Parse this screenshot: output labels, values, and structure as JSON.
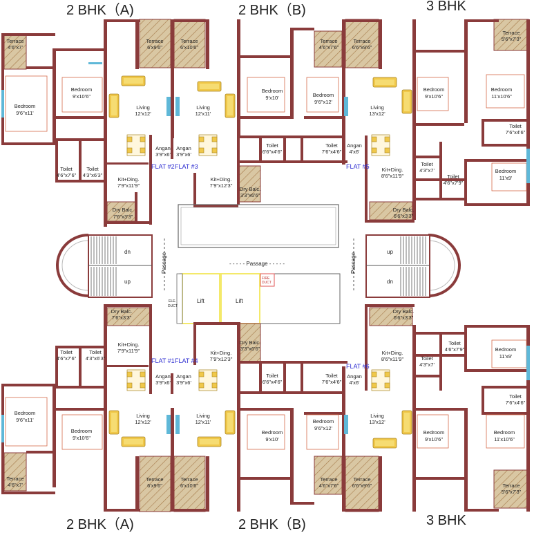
{
  "headings": {
    "top": [
      "2 BHK（A)",
      "2 BHK（B)",
      "3 BHK"
    ],
    "bottom": [
      "2 BHK（A)",
      "2 BHK（B)",
      "3 BHK"
    ]
  },
  "flats": {
    "f2": "FLAT #2",
    "f3": "FLAT #3",
    "f5": "FLAT #5",
    "f1": "FLAT #1",
    "f4": "FLAT #4",
    "f6": "FLAT #6"
  },
  "common": {
    "passage": "Passage",
    "passage_h": "- - - - - Passage - - - - -",
    "lift": "Lift",
    "ele_duct": "ELE.",
    "ele_duct2": "DUCT",
    "fire_duct": "FIRE",
    "fire_duct2": "DUCT",
    "dn": "dn",
    "up": "up"
  },
  "rooms": {
    "t_a_terrace": [
      "Terrace",
      "4'6\"x7'"
    ],
    "t_a_bed1": [
      "Bedroom",
      "9'6\"x11'"
    ],
    "t_a_bed2": [
      "Bedroom",
      "9'x10'6\""
    ],
    "t_a_toilet1": [
      "Toilet",
      "4'6\"x7'6\""
    ],
    "t_a_toilet2": [
      "Toilet",
      "4'3\"x6'3\""
    ],
    "t_a_terrace2": [
      "Terrace",
      "6'x9'6\""
    ],
    "t_a_living": [
      "Living",
      "12'x12'"
    ],
    "t_a_angan": [
      "Angan",
      "3'9\"x6'"
    ],
    "t_a_kit": [
      "Kit+Ding.",
      "7'9\"x11'9\""
    ],
    "t_a_drybalc": [
      "Dry Balc.",
      "7'6\"x3'3\""
    ],
    "t_b_terrace": [
      "Terrace",
      "6'x10'6\""
    ],
    "t_b_living": [
      "Living",
      "12'x11'"
    ],
    "t_b_angan": [
      "Angan",
      "3'9\"x6'"
    ],
    "t_b_kit": [
      "Kit+Ding.",
      "7'9\"x12'3\""
    ],
    "t_b_drybalc": [
      "Dry Balc.",
      "3'3\"x6'6\""
    ],
    "t_b_bed1": [
      "Bedroom",
      "9'x10'"
    ],
    "t_b_bed2": [
      "Bedroom",
      "9'6\"x12'"
    ],
    "t_b_toilet1": [
      "Toilet",
      "6'6\"x4'6\""
    ],
    "t_b_toilet2": [
      "Toilet",
      "7'6\"x4'6\""
    ],
    "t_b_terrace2": [
      "Terrace",
      "4'6\"x7'6\""
    ],
    "t_c_terrace": [
      "Terrace",
      "6'6\"x9'6\""
    ],
    "t_c_living": [
      "Living",
      "13'x12'"
    ],
    "t_c_angan": [
      "Angan",
      "4'x6'"
    ],
    "t_c_kit": [
      "Kit+Ding.",
      "8'6\"x11'9\""
    ],
    "t_c_drybalc": [
      "Dry Balc.",
      "6'6\"x3'3\""
    ],
    "t_c_bed1": [
      "Bedroom",
      "9'x10'6\""
    ],
    "t_c_bed2": [
      "Bedroom",
      "11'x10'6\""
    ],
    "t_c_bed3": [
      "Bedroom",
      "11'x9'"
    ],
    "t_c_terrace2": [
      "Terrace",
      "5'6\"x7'3\""
    ],
    "t_c_toilet1": [
      "Toilet",
      "7'6\"x4'6\""
    ],
    "t_c_toilet2": [
      "Toilet",
      "4'3\"x7'"
    ],
    "t_c_toilet3": [
      "Toilet",
      "4'6\"x7'9\""
    ],
    "b_a_terrace": [
      "Terrace",
      "4'6\"x7'"
    ],
    "b_a_bed1": [
      "Bedroom",
      "9'6\"x11'"
    ],
    "b_a_bed2": [
      "Bedroom",
      "9'x10'6\""
    ],
    "b_a_toilet1": [
      "Toilet",
      "4'6\"x7'6\""
    ],
    "b_a_toilet2": [
      "Toilet",
      "4'3\"x6'3\""
    ],
    "b_a_terrace2": [
      "Terrace",
      "6'x9'6\""
    ],
    "b_a_living": [
      "Living",
      "12'x12'"
    ],
    "b_a_angan": [
      "Angan",
      "3'9\"x6'"
    ],
    "b_a_kit": [
      "Kit+Ding.",
      "7'9\"x11'9\""
    ],
    "b_a_drybalc": [
      "Dry Balc.",
      "7'6\"x3'3\""
    ],
    "b_b_terrace": [
      "Terrace",
      "6'x10'6\""
    ],
    "b_b_living": [
      "Living",
      "12'x11'"
    ],
    "b_b_angan": [
      "Angan",
      "3'9\"x6'"
    ],
    "b_b_kit": [
      "Kit+Ding.",
      "7'9\"x12'3\""
    ],
    "b_b_drybalc": [
      "Dry Balc.",
      "3'3\"x6'6\""
    ],
    "b_b_bed1": [
      "Bedroom",
      "9'x10'"
    ],
    "b_b_bed2": [
      "Bedroom",
      "9'6\"x12'"
    ],
    "b_b_toilet1": [
      "Toilet",
      "6'6\"x4'6\""
    ],
    "b_b_toilet2": [
      "Toilet",
      "7'6\"x4'6\""
    ],
    "b_b_terrace2": [
      "Terrace",
      "4'6\"x7'6\""
    ],
    "b_c_terrace": [
      "Terrace",
      "6'6\"x9'6\""
    ],
    "b_c_living": [
      "Living",
      "13'x12'"
    ],
    "b_c_angan": [
      "Angan",
      "4'x6'"
    ],
    "b_c_kit": [
      "Kit+Ding.",
      "8'6\"x11'9\""
    ],
    "b_c_drybalc": [
      "Dry Balc.",
      "6'6\"x3'3\""
    ],
    "b_c_bed1": [
      "Bedroom",
      "9'x10'6\""
    ],
    "b_c_bed2": [
      "Bedroom",
      "11'x10'6\""
    ],
    "b_c_bed3": [
      "Bedroom",
      "11'x9'"
    ],
    "b_c_terrace2": [
      "Terrace",
      "5'6\"x7'3\""
    ],
    "b_c_toilet1": [
      "Toilet",
      "7'6\"x4'6\""
    ],
    "b_c_toilet2": [
      "Toilet",
      "4'3\"x7'"
    ],
    "b_c_toilet3": [
      "Toilet",
      "4'6\"x7'9\""
    ]
  },
  "colors": {
    "wall": "#8a3b3b",
    "terrace": "#c8a87a",
    "furniture": "#f0c84a",
    "lift": "#f4e96a",
    "window": "#5fb8d8"
  }
}
